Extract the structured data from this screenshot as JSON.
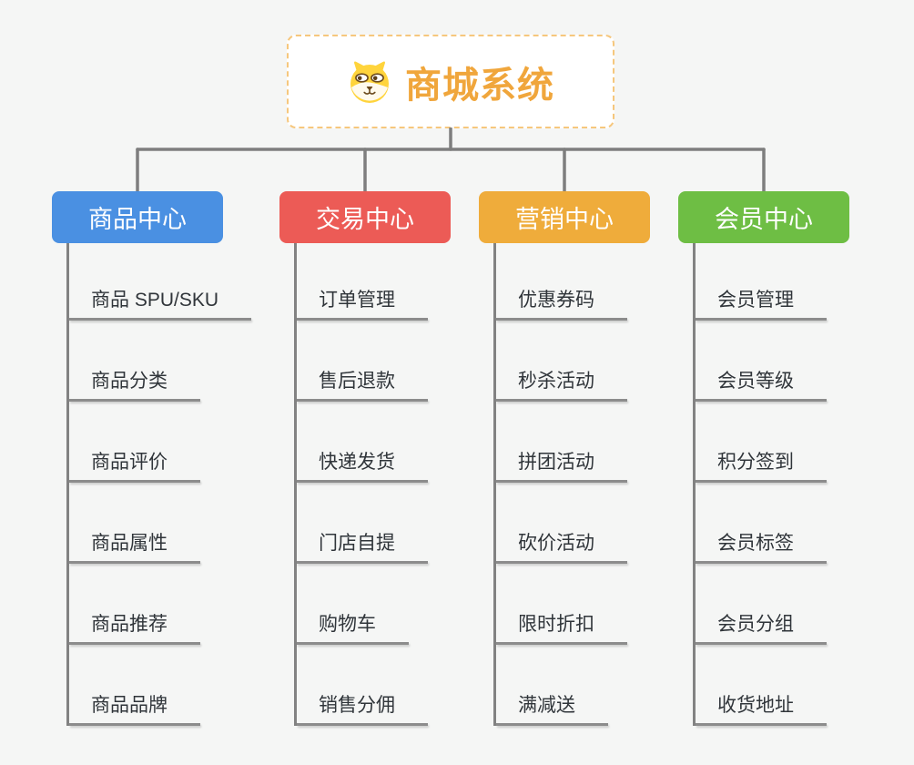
{
  "root": {
    "title": "商城系统",
    "icon": "dog-face-icon"
  },
  "branches": [
    {
      "label": "商品中心",
      "color": "#4a90e2",
      "items": [
        "商品 SPU/SKU",
        "商品分类",
        "商品评价",
        "商品属性",
        "商品推荐",
        "商品品牌"
      ]
    },
    {
      "label": "交易中心",
      "color": "#ec5b56",
      "items": [
        "订单管理",
        "售后退款",
        "快递发货",
        "门店自提",
        "购物车",
        "销售分佣"
      ]
    },
    {
      "label": "营销中心",
      "color": "#efac3b",
      "items": [
        "优惠券码",
        "秒杀活动",
        "拼团活动",
        "砍价活动",
        "限时折扣",
        "满减送"
      ]
    },
    {
      "label": "会员中心",
      "color": "#6ebe44",
      "items": [
        "会员管理",
        "会员等级",
        "积分签到",
        "会员标签",
        "会员分组",
        "收货地址"
      ]
    }
  ],
  "colors": {
    "background": "#f5f6f5",
    "connector_line": "#7e7e7e",
    "item_underline": "#8c8c8c",
    "root_border": "#f6c77d",
    "root_title": "#f0a63c"
  }
}
